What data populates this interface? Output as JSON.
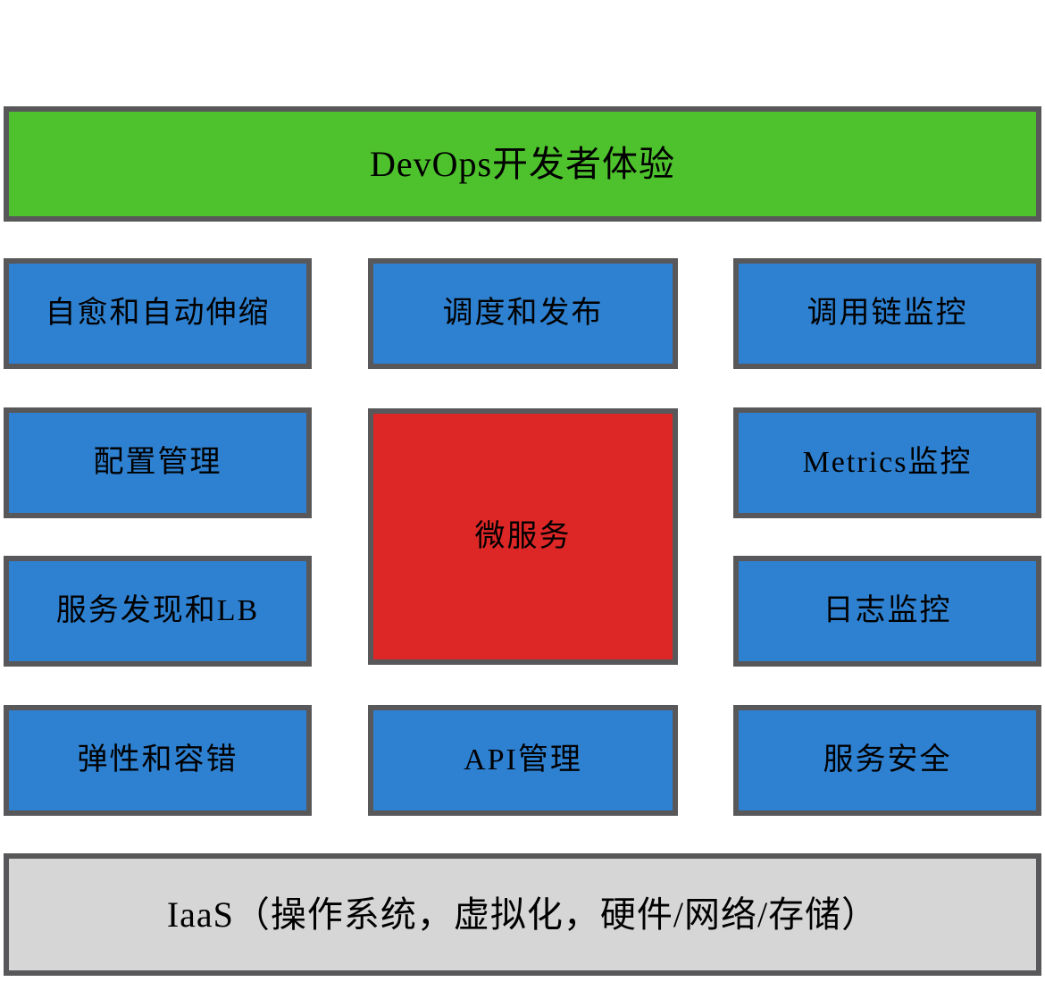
{
  "diagram": {
    "title_banner": {
      "label": "DevOps开发者体验",
      "color": "#4ec22c"
    },
    "core": {
      "label": "微服务",
      "color": "#dd2726"
    },
    "platform": {
      "label": "IaaS（操作系统，虚拟化，硬件/网络/存储）",
      "color": "#d6d6d6"
    },
    "tile_color": "#2e81d1",
    "border_color": "#58585a",
    "columns": {
      "left": [
        {
          "label": "自愈和自动伸缩"
        },
        {
          "label": "配置管理"
        },
        {
          "label": "服务发现和LB"
        },
        {
          "label": "弹性和容错"
        }
      ],
      "center": [
        {
          "label": "调度和发布"
        },
        {
          "label": "API管理"
        }
      ],
      "right": [
        {
          "label": "调用链监控"
        },
        {
          "label": "Metrics监控"
        },
        {
          "label": "日志监控"
        },
        {
          "label": "服务安全"
        }
      ]
    }
  }
}
